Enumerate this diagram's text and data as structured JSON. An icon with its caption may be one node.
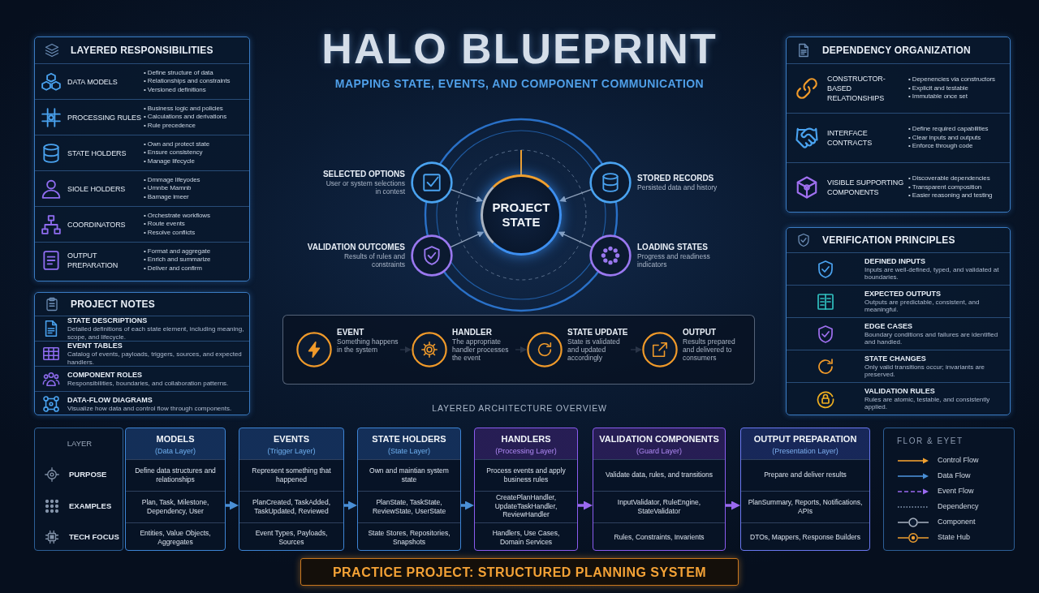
{
  "diagram": {
    "title": "HALO BLUEPRINT",
    "nodes": [
      {
        "text": [
          "LAYERED RESPONSIBILITIES"
        ]
      },
      {
        "text": [
          "DATA MODELS",
          "• Define structure of data",
          "• Relationships and constraints",
          "• Versioned definitions"
        ],
        "in": 0
      },
      {
        "text": [
          "PROCESSING RULES",
          "• Business logic and policies",
          "• Calculations and derivations",
          "• Rule precedence"
        ],
        "in": 0
      },
      {
        "text": [
          "STATE HOLDERS",
          "• Own and protect state",
          "• Ensure consistency",
          "• Manage lifecycle"
        ],
        "in": 0
      },
      {
        "text": [
          "SIOLE HOLDERS",
          "• Dmmage lifeyodes",
          "• Umnbe Mamnb",
          "• Bamage imeer"
        ],
        "in": 0
      },
      {
        "text": [
          "COORDINATORS",
          "• Orchestrate workflows",
          "• Route events",
          "• Resolve conflicts"
        ],
        "in": 0
      },
      {
        "text": [
          "OUTPUT PREPARATION",
          "• Format and aggregate",
          "• Enrich and summarize",
          "• Deliver and confirm"
        ],
        "in": 0
      },
      {
        "text": [
          "PROJECT NOTES"
        ]
      },
      {
        "text": [
          "STATE DESCRIPTIONS",
          "Detailed definitions of each state element, including meaning, scope, and lifecycle."
        ],
        "in": 7
      },
      {
        "text": [
          "EVENT TABLES",
          "Catalog of events, payloads, triggers, sources, and expected handlers."
        ],
        "in": 7
      },
      {
        "text": [
          "COMPONENT ROLES",
          "Responsibilities, boundaries, and collaboration patterns."
        ],
        "in": 7
      },
      {
        "text": [
          "DATA-FLOW DIAGRAMS",
          "Visualize how data and control flow through components."
        ],
        "in": 7
      },
      {
        "text": [
          "PROJECT STATE"
        ]
      },
      {
        "text": [
          "SELECTED OPTIONS",
          "User or system selections in contest"
        ]
      },
      {
        "text": [
          "STORED RECORDS",
          "Persisted data and history"
        ]
      },
      {
        "text": [
          "VALIDATION OUTCOMES",
          "Results of rules and constraints"
        ]
      },
      {
        "text": [
          "LOADING STATES",
          "Progress and readiness indicators"
        ]
      },
      {
        "text": [],
        "shape": "box"
      },
      {
        "text": [
          "EVENT",
          "Something happens in the system"
        ],
        "in": 17
      },
      {
        "text": [
          "HANDLER",
          "The appropriate handler processes the event"
        ],
        "in": 17
      },
      {
        "text": [
          "STATE UPDATE",
          "State is validated and updated accordingly"
        ],
        "in": 17
      },
      {
        "text": [
          "OUTPUT",
          "Results prepared and delivered to consumers"
        ],
        "in": 17
      },
      {
        "text": [
          "DEPENDENCY ORGANIZATION"
        ]
      },
      {
        "text": [
          "CONSTRUCTOR-BASED RELATIONSHIPS",
          "• Depenencies via constructors",
          "• Explicit and testable",
          "• Immutable once set"
        ],
        "in": 22
      },
      {
        "text": [
          "INTERFACE CONTRACTS",
          "• Define required capabilities",
          "• Clear inputs and outputs",
          "• Enforce through code"
        ],
        "in": 22
      },
      {
        "text": [
          "VISIBLE SUPPORTING COMPONENTS",
          "• Discoverable dependencies",
          "• Transparent composition",
          "• Easier reasoning and testing"
        ],
        "in": 22
      },
      {
        "text": [
          "VERIFICATION PRINCIPLES"
        ]
      },
      {
        "text": [
          "DEFINED INPUTS",
          "Inputs are well-defined, typed, and validated at boundaries."
        ],
        "in": 26
      },
      {
        "text": [
          "EXPECTED OUTPUTS",
          "Outputs are predictable, consistent, and meaningful."
        ],
        "in": 26
      },
      {
        "text": [
          "EDGE CASES",
          "Boundary conditions and failures are identified and handled."
        ],
        "in": 26
      },
      {
        "text": [
          "STATE CHANGES",
          "Only valid transitions occur; invariants are preserved."
        ],
        "in": 26
      },
      {
        "text": [
          "VALIDATION RULES",
          "Rules are atomic, testable, and consistently applied."
        ],
        "in": 26
      },
      {
        "text": [
          "LAYER",
          "PURPOSE",
          "EXAMPLES",
          "TECH FOCUS"
        ]
      },
      {
        "text": [
          "MODELS",
          "(Data Layer)",
          "Define data structures and relationships",
          "Plan, Task, Milestone, Dependency, User",
          "Entities, Value Objects, Aggregates"
        ]
      },
      {
        "text": [
          "EVENTS",
          "(Trigger Layer)",
          "Represent something that happened",
          "PlanCreated, TaskAdded, TaskUpdated, Reviewed",
          "Event Types, Payloads, Sources"
        ]
      },
      {
        "text": [
          "STATE HOLDERS",
          "(State Layer)",
          "Own and maintian system state",
          "PlanState, TaskState, ReviewState, UserState",
          "State Stores, Repositories, Snapshots"
        ]
      },
      {
        "text": [
          "HANDLERS",
          "(Processing Layer)",
          "Process events and apply business rules",
          "CreatePlanHandler, UpdateTaskHandler, ReviewHandler",
          "Handlers, Use Cases, Domain Services"
        ]
      },
      {
        "text": [
          "VALIDATION COMPONENTS",
          "(Guard Layer)",
          "Validate data, rules, and transitions",
          "InputValidator, RuleEngine, StateValidator",
          "Rules, Constraints, Invarients"
        ]
      },
      {
        "text": [
          "OUTPUT PREPARATION",
          "(Presentation Layer)",
          "Prepare and deliver results",
          "PlanSummary, Reports, Notifications, APIs",
          "DTOs, Mappers, Response Builders"
        ]
      },
      {
        "text": [
          "PRACTICE PROJECT: STRUCTURED PLANNING SYSTEM"
        ]
      }
    ],
    "edges": [
      {
        "from": null,
        "to": 12,
        "arrow": "none",
        "color": "#f0a030"
      },
      {
        "from": 13,
        "to": 12,
        "arrow": "to"
      },
      {
        "from": 14,
        "to": 12,
        "arrow": "to"
      },
      {
        "from": 15,
        "to": 12,
        "arrow": "to"
      },
      {
        "from": 16,
        "to": 12,
        "arrow": "to"
      },
      {
        "from": 18,
        "to": 19,
        "arrow": "to"
      },
      {
        "from": 19,
        "to": 20,
        "arrow": "to"
      },
      {
        "from": 20,
        "to": 21,
        "arrow": "to"
      },
      {
        "from": 33,
        "to": 34,
        "arrow": "to",
        "style": "thick",
        "color": "#4a8fd6"
      },
      {
        "from": 34,
        "to": 35,
        "arrow": "to",
        "style": "thick",
        "color": "#4a8fd6"
      },
      {
        "from": 35,
        "to": 36,
        "arrow": "to",
        "style": "thick",
        "color": "#4a8fd6"
      },
      {
        "from": 36,
        "to": 37,
        "arrow": "to",
        "style": "thick",
        "color": "#9b6af0"
      },
      {
        "from": 37,
        "to": 38,
        "arrow": "to",
        "style": "thick",
        "color": "#9b6af0"
      }
    ],
    "labels": [
      "MAPPING STATE, EVENTS, AND COMPONENT COMMUNICATION",
      "LAYERED ARCHITECTURE OVERVIEW",
      "FLOR & EYET"
    ],
    "legend": [
      {
        "text": "Control Flow"
      },
      {
        "text": "Data Flow"
      },
      {
        "text": "Event Flow"
      },
      {
        "text": "Dependency"
      },
      {
        "text": "Component"
      },
      {
        "text": "State Hub"
      }
    ]
  }
}
